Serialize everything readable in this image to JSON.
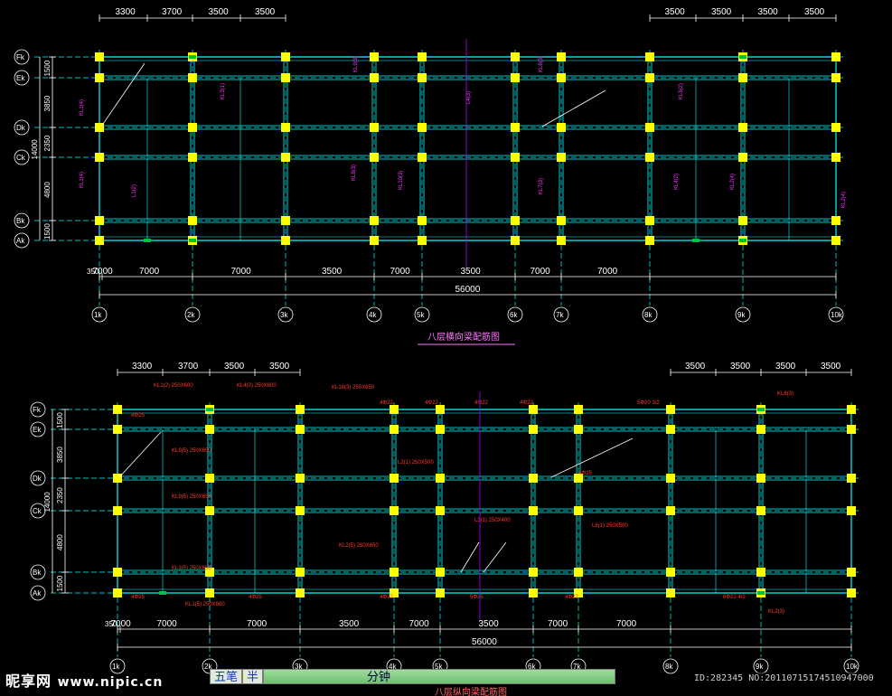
{
  "plan_top": {
    "title": "八层横向梁配筋图",
    "top_dims_left": [
      "3300",
      "3700",
      "3500",
      "3500"
    ],
    "top_dims_right": [
      "3500",
      "3500",
      "3500",
      "3500"
    ],
    "bottom_dims": [
      "7000",
      "7000",
      "7000",
      "3500",
      "7000",
      "3500",
      "7000",
      "7000"
    ],
    "first_dim": "350",
    "total": "56000",
    "left_dims": [
      "1500",
      "3850",
      "2350",
      "4800",
      "1500"
    ],
    "total_depth": "14000",
    "row_axes": [
      "Fk",
      "Ek",
      "Dk",
      "Ck",
      "Bk",
      "Ak"
    ],
    "col_axes": [
      "1k",
      "2k",
      "3k",
      "4k",
      "5k",
      "6k",
      "7k",
      "8k",
      "9k",
      "10k"
    ]
  },
  "plan_bottom": {
    "title": "八层纵向梁配筋图",
    "top_dims_left": [
      "3300",
      "3700",
      "3500",
      "3500"
    ],
    "top_dims_right": [
      "3500",
      "3500",
      "3500",
      "3500"
    ],
    "bottom_dims": [
      "7000",
      "7000",
      "7000",
      "3500",
      "7000",
      "3500",
      "7000",
      "7000"
    ],
    "first_dim": "350",
    "total": "56000",
    "left_dims": [
      "1500",
      "3850",
      "2350",
      "4800",
      "1500"
    ],
    "total_depth": "14000",
    "row_axes": [
      "Fk",
      "Ek",
      "Dk",
      "Ck",
      "Bk",
      "Ak"
    ],
    "col_axes": [
      "1k",
      "2k",
      "3k",
      "4k",
      "5k",
      "6k",
      "7k",
      "8k",
      "9k",
      "10k"
    ]
  },
  "ime_bar": {
    "mode": "五笔",
    "width": "半",
    "status": "分钟"
  },
  "watermark": {
    "logo": "昵享网",
    "site": "www.nipic.cn",
    "id_text": "ID:282345  NO:20110715174510947000"
  },
  "colors": {
    "grid": "#00ffff",
    "column": "#ffff00",
    "annotation_magenta": "#ff33ff",
    "annotation_red": "#ff3b2a",
    "dim": "#ffffff",
    "green": "#00c040"
  }
}
